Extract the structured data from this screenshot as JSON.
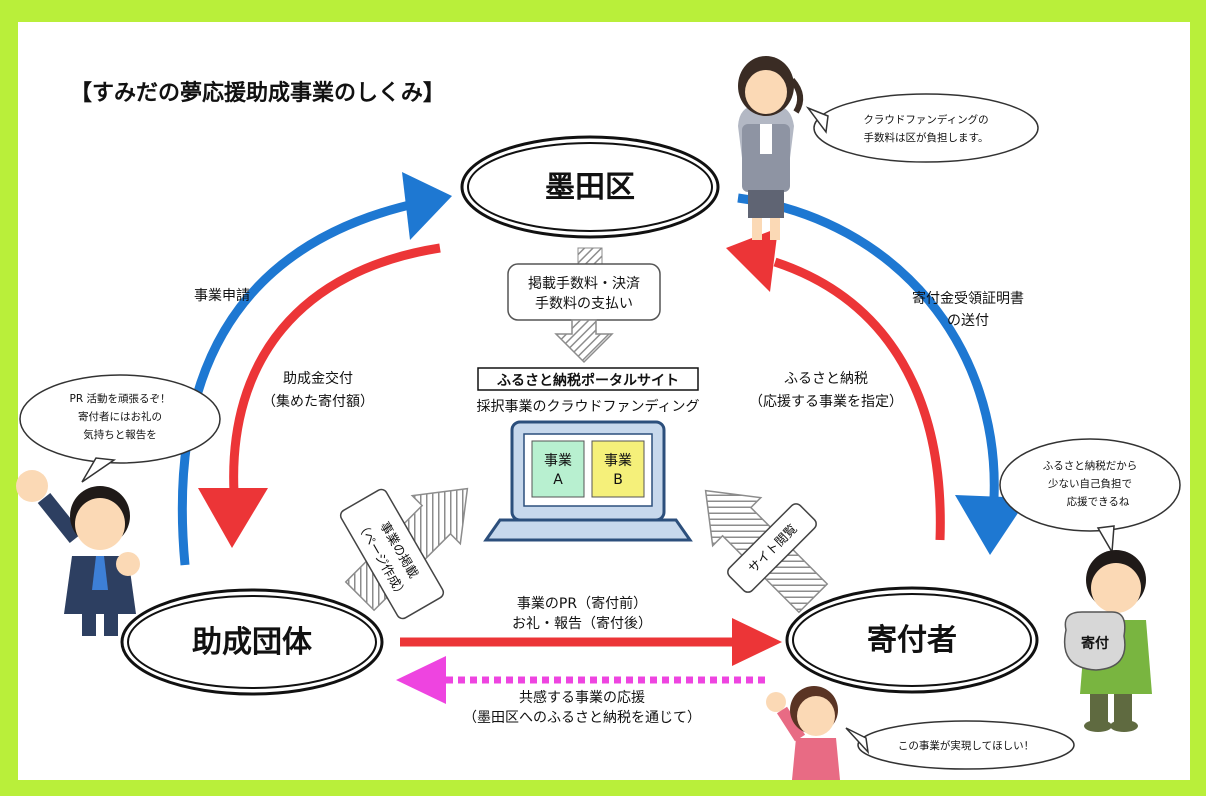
{
  "title": "【すみだの夢応援助成事業のしくみ】",
  "nodes": {
    "sumida": "墨田区",
    "group": "助成団体",
    "donor": "寄付者"
  },
  "portal": {
    "title": "ふるさと納税ポータルサイト",
    "subtitle": "採択事業のクラウドファンディング",
    "screen_a_line1": "事業",
    "screen_a_line2": "A",
    "screen_b_line1": "事業",
    "screen_b_line2": "B"
  },
  "fee_box": {
    "line1": "掲載手数料・決済",
    "line2": "手数料の支払い"
  },
  "arrows": {
    "apply": "事業申請",
    "grant_line1": "助成金交付",
    "grant_line2": "（集めた寄付額）",
    "donation_line1": "ふるさと納税",
    "donation_line2": "（応援する事業を指定）",
    "certificate_line1": "寄付金受領証明書",
    "certificate_line2": "の送付",
    "pr_line1": "事業のPR（寄付前）",
    "pr_line2": "お礼・報告（寄付後）",
    "support_line1": "共感する事業の応援",
    "support_line2": "（墨田区へのふるさと納税を通じて）",
    "posting_line1": "事業の掲載",
    "posting_line2": "（ページ作成）",
    "browse": "サイト閲覧"
  },
  "bubbles": {
    "staff_line1": "クラウドファンディングの",
    "staff_line2": "手数料は区が負担します。",
    "group_line1": "PR 活動を頑張るぞ！",
    "group_line2": "寄付者にはお礼の",
    "group_line3": "気持ちと報告を",
    "donor_line1": "ふるさと納税だから",
    "donor_line2": "少ない自己負担で",
    "donor_line3": "応援できるね",
    "girl": "この事業が実現してほしい！"
  },
  "bag_label": "寄付",
  "colors": {
    "background": "#b9ef3a",
    "blue": "#1e78d2",
    "red": "#ec3537",
    "magenta": "#ee44e0",
    "gray": "#a8a8a8",
    "screen_a": "#b8f0d0",
    "screen_b": "#f5f07a"
  }
}
